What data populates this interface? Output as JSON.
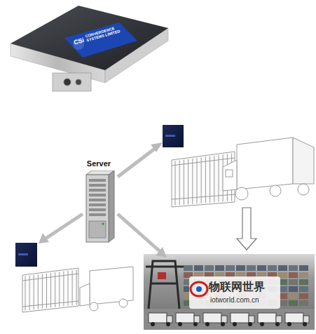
{
  "diagram": {
    "nodes": [
      {
        "text": [
          "Server"
        ]
      }
    ],
    "labels": [
      "CSi",
      "CONVERGENCE SYSTEMS LIMITED",
      "物联网世界",
      "iotworld.com.cn"
    ]
  }
}
